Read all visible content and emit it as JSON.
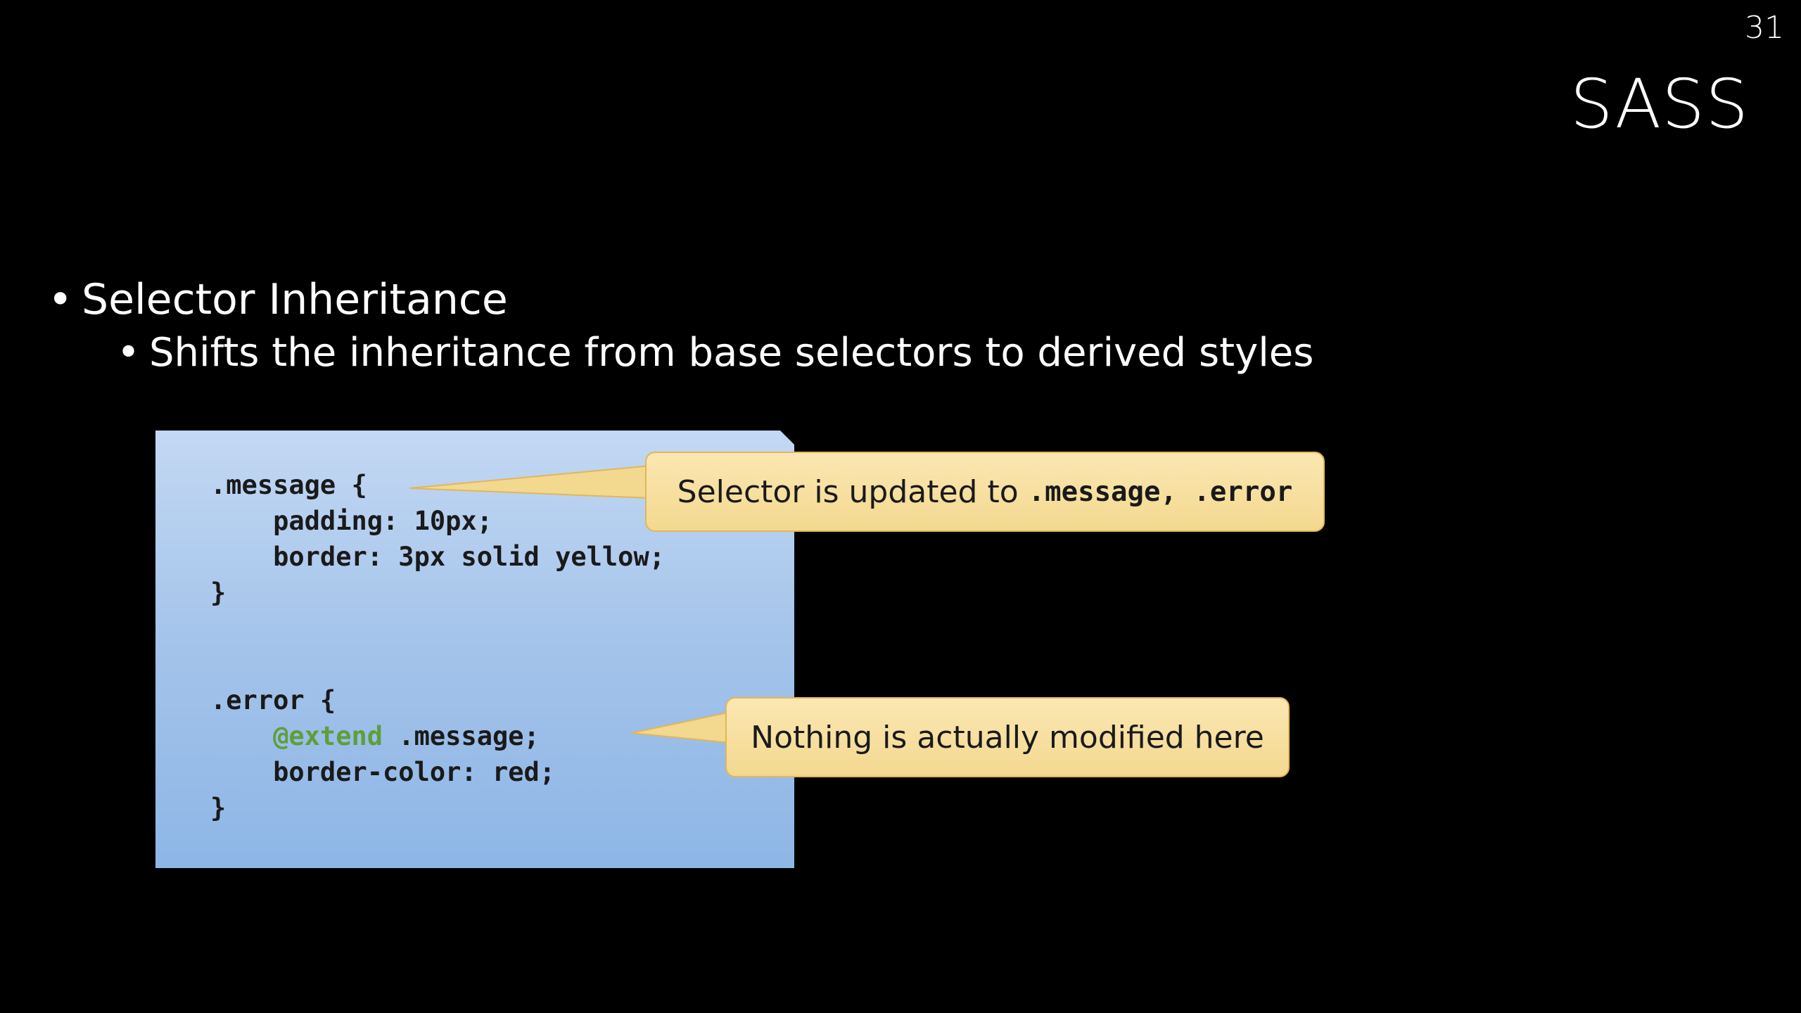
{
  "slide": {
    "number": "31",
    "title": "SASS"
  },
  "bullets": {
    "level1": "Selector Inheritance",
    "level2": "Shifts the inheritance from base selectors to derived styles",
    "marker": "•"
  },
  "code": {
    "line1": ".message {",
    "line2": "    padding: 10px;",
    "line3": "    border: 3px solid yellow;",
    "line4": "}",
    "line5": ".error {",
    "line6_indent": "    ",
    "line6_keyword": "@extend",
    "line6_rest": " .message;",
    "line7": "    border-color: red;",
    "line8": "}"
  },
  "callouts": {
    "first_text": "Selector is updated to",
    "first_code": ".message, .error",
    "second_text": "Nothing is actually modified here"
  },
  "colors": {
    "background": "#000000",
    "code_box": "#a3c3ea",
    "callout_fill": "#f6dc9a",
    "callout_border": "#e0b75a",
    "extend_keyword": "#5f9e3b"
  }
}
